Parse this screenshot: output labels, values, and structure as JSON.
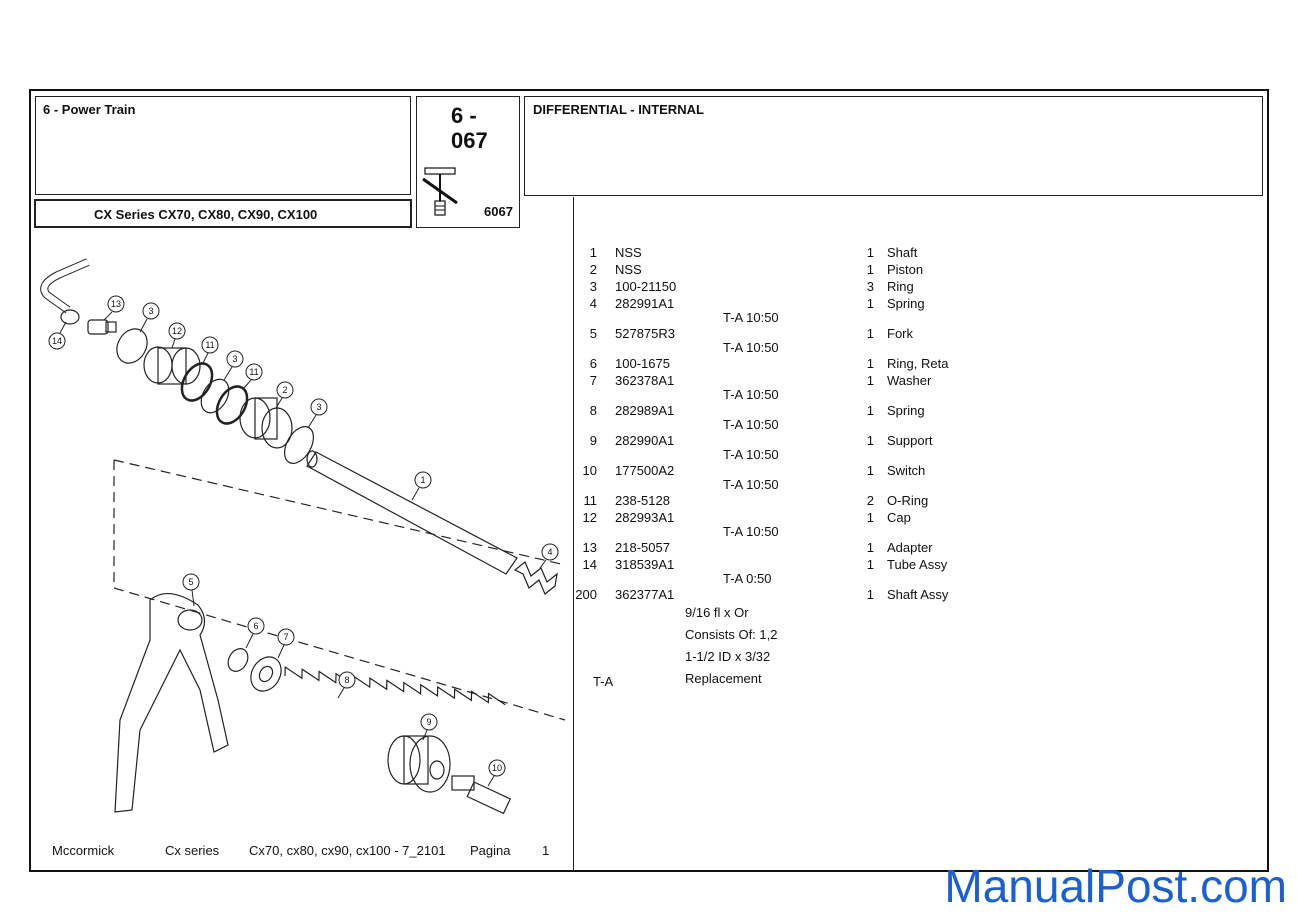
{
  "header": {
    "section": "6 - Power Train",
    "page_code_line1": "6 -",
    "page_code_line2": "067",
    "diagram_number": "6067",
    "group_title": "DIFFERENTIAL - INTERNAL",
    "series": "CX Series  CX70, CX80, CX90, CX100"
  },
  "parts": [
    {
      "ref": "1",
      "part": "NSS",
      "note": "",
      "qty": "1",
      "desc": "Shaft"
    },
    {
      "ref": "2",
      "part": "NSS",
      "note": "",
      "qty": "1",
      "desc": "Piston"
    },
    {
      "ref": "3",
      "part": "100-21150",
      "note": "",
      "qty": "3",
      "desc": "Ring"
    },
    {
      "ref": "4",
      "part": "282991A1",
      "note": "T-A 10:50",
      "qty": "1",
      "desc": "Spring"
    },
    {
      "ref": "5",
      "part": "527875R3",
      "note": "T-A 10:50",
      "qty": "1",
      "desc": "Fork"
    },
    {
      "ref": "6",
      "part": "100-1675",
      "note": "",
      "qty": "1",
      "desc": "Ring, Reta"
    },
    {
      "ref": "7",
      "part": "362378A1",
      "note": "T-A 10:50",
      "qty": "1",
      "desc": "Washer"
    },
    {
      "ref": "8",
      "part": "282989A1",
      "note": "T-A 10:50",
      "qty": "1",
      "desc": "Spring"
    },
    {
      "ref": "9",
      "part": "282990A1",
      "note": "T-A 10:50",
      "qty": "1",
      "desc": "Support"
    },
    {
      "ref": "10",
      "part": "177500A2",
      "note": "T-A 10:50",
      "qty": "1",
      "desc": "Switch"
    },
    {
      "ref": "11",
      "part": "238-5128",
      "note": "",
      "qty": "2",
      "desc": "O-Ring"
    },
    {
      "ref": "12",
      "part": "282993A1",
      "note": "T-A 10:50",
      "qty": "1",
      "desc": "Cap"
    },
    {
      "ref": "13",
      "part": "218-5057",
      "note": "",
      "qty": "1",
      "desc": "Adapter"
    },
    {
      "ref": "14",
      "part": "318539A1",
      "note": "T-A 0:50",
      "qty": "1",
      "desc": "Tube Assy"
    },
    {
      "ref": "200",
      "part": "362377A1",
      "note": "",
      "qty": "1",
      "desc": "Shaft Assy"
    }
  ],
  "notes": {
    "note1": "9/16 fl x Or",
    "note2": "Consists Of: 1,2",
    "note3": "1-1/2 ID x 3/32",
    "legend_key": "T-A",
    "legend_value": "Replacement"
  },
  "footer": {
    "brand": "Mccormick",
    "series": "Cx series",
    "models": "Cx70, cx80, cx90, cx100 - 7_2101",
    "page_label": "Pagina",
    "page_number": "1"
  },
  "callouts": [
    "1",
    "2",
    "3",
    "4",
    "5",
    "6",
    "7",
    "8",
    "9",
    "10",
    "11",
    "12",
    "13",
    "14"
  ],
  "watermark": "ManualPost.com"
}
